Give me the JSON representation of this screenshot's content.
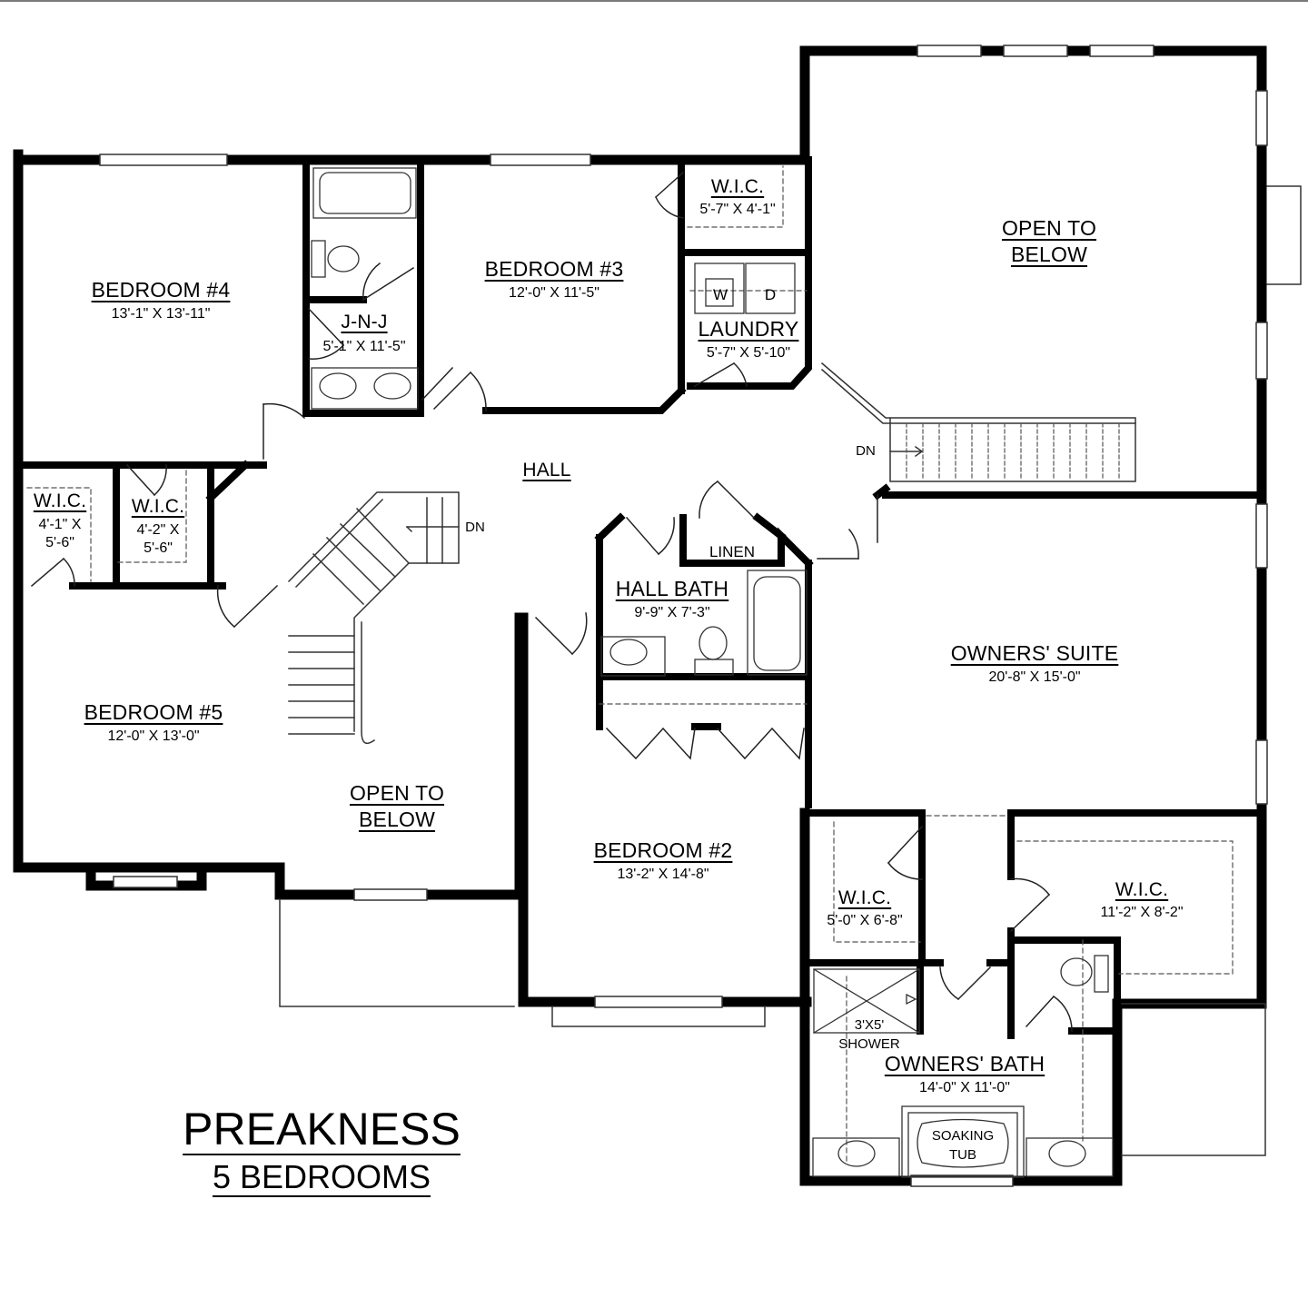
{
  "plan": {
    "title": "PREAKNESS",
    "subtitle": "5 BEDROOMS"
  },
  "rooms": {
    "bedroom4": {
      "name": "BEDROOM #4",
      "dims": "13'-1\" X 13'-11\""
    },
    "jnj": {
      "name": "J-N-J",
      "dims": "5'-1\" X 11'-5\""
    },
    "bedroom3": {
      "name": "BEDROOM #3",
      "dims": "12'-0\" X 11'-5\""
    },
    "wic_bed3": {
      "name": "W.I.C.",
      "dims": "5'-7\" X 4'-1\""
    },
    "laundry": {
      "name": "LAUNDRY",
      "dims": "5'-7\" X 5'-10\"",
      "washer": "W",
      "dryer": "D"
    },
    "open_below_upper": {
      "line1": "OPEN TO",
      "line2": "BELOW"
    },
    "hall": {
      "name": "HALL"
    },
    "wic_left_a": {
      "name": "W.I.C.",
      "dims_line1": "4'-1\" X",
      "dims_line2": "5'-6\""
    },
    "wic_left_b": {
      "name": "W.I.C.",
      "dims_line1": "4'-2\" X",
      "dims_line2": "5'-6\""
    },
    "linen": {
      "name": "LINEN"
    },
    "hall_bath": {
      "name": "HALL BATH",
      "dims": "9'-9\" X 7'-3\""
    },
    "owners_suite": {
      "name": "OWNERS' SUITE",
      "dims": "20'-8\" X 15'-0\""
    },
    "bedroom5": {
      "name": "BEDROOM #5",
      "dims": "12'-0\" X 13'-0\""
    },
    "open_below_lower": {
      "line1": "OPEN TO",
      "line2": "BELOW"
    },
    "bedroom2": {
      "name": "BEDROOM #2",
      "dims": "13'-2\" X 14'-8\""
    },
    "wic_owner_small": {
      "name": "W.I.C.",
      "dims": "5'-0\" X 6'-8\""
    },
    "wic_owner_large": {
      "name": "W.I.C.",
      "dims": "11'-2\" X 8'-2\""
    },
    "shower": {
      "line1": "3'X5'",
      "line2": "SHOWER"
    },
    "owners_bath": {
      "name": "OWNERS' BATH",
      "dims": "14'-0\" X 11'-0\""
    },
    "soaking_tub": {
      "line1": "SOAKING",
      "line2": "TUB"
    }
  },
  "stairs": {
    "main_dn": "DN",
    "right_dn": "DN"
  },
  "colors": {
    "wall": "#000000",
    "background": "#ffffff",
    "thin_line": "#333333"
  }
}
